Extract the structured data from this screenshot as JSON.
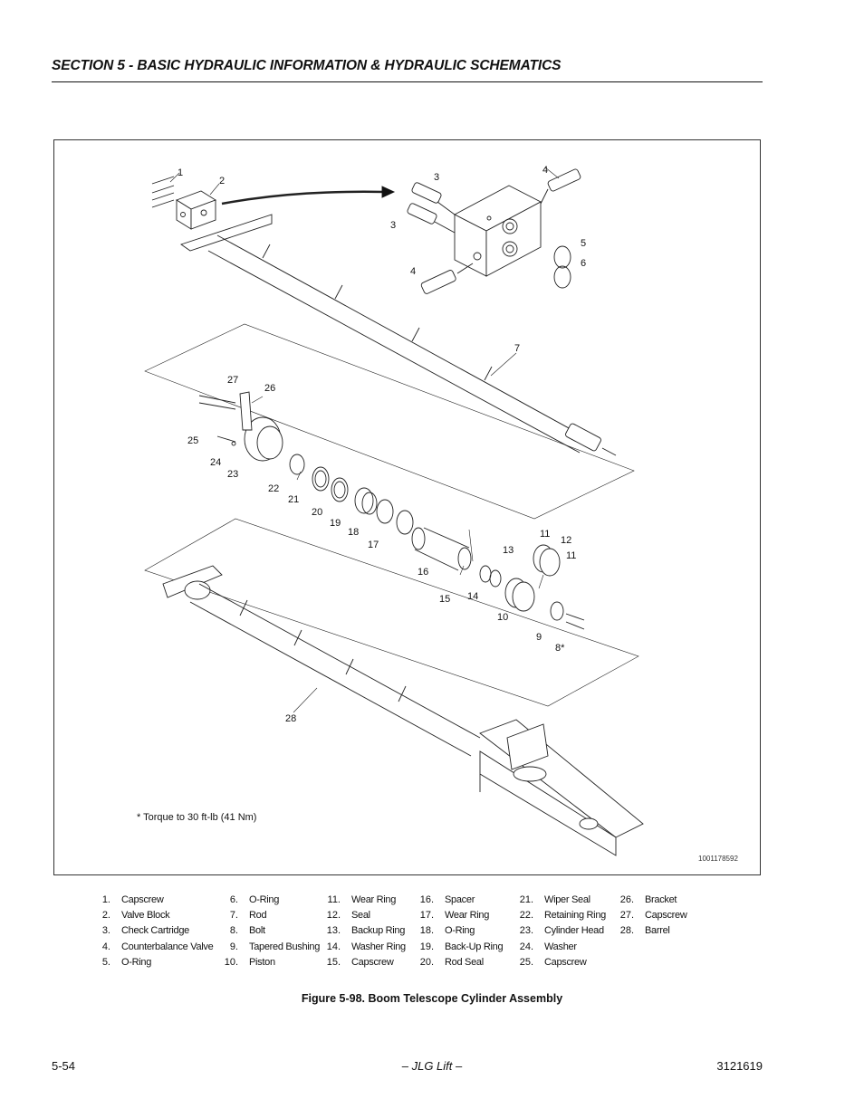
{
  "header": {
    "section_title": "SECTION 5 - BASIC HYDRAULIC INFORMATION & HYDRAULIC SCHEMATICS"
  },
  "figure": {
    "torque_note": "* Torque to 30 ft-lb (41 Nm)",
    "drawing_number": "1001178592",
    "callouts": [
      "1",
      "2",
      "3",
      "3",
      "4",
      "4",
      "5",
      "6",
      "7",
      "27",
      "26",
      "25",
      "24",
      "23",
      "22",
      "21",
      "20",
      "19",
      "18",
      "17",
      "16",
      "15",
      "14",
      "13",
      "12",
      "11",
      "11",
      "10",
      "9",
      "8*",
      "28"
    ]
  },
  "legend": {
    "columns": [
      [
        {
          "num": "1.",
          "label": "Capscrew"
        },
        {
          "num": "2.",
          "label": "Valve Block"
        },
        {
          "num": "3.",
          "label": "Check Cartridge"
        },
        {
          "num": "4.",
          "label": "Counterbalance Valve"
        },
        {
          "num": "5.",
          "label": "O-Ring"
        }
      ],
      [
        {
          "num": "6.",
          "label": "O-Ring"
        },
        {
          "num": "7.",
          "label": "Rod"
        },
        {
          "num": "8.",
          "label": "Bolt"
        },
        {
          "num": "9.",
          "label": "Tapered Bushing"
        },
        {
          "num": "10.",
          "label": "Piston"
        }
      ],
      [
        {
          "num": "11.",
          "label": "Wear Ring"
        },
        {
          "num": "12.",
          "label": "Seal"
        },
        {
          "num": "13.",
          "label": "Backup Ring"
        },
        {
          "num": "14.",
          "label": "Washer Ring"
        },
        {
          "num": "15.",
          "label": "Capscrew"
        }
      ],
      [
        {
          "num": "16.",
          "label": "Spacer"
        },
        {
          "num": "17.",
          "label": "Wear Ring"
        },
        {
          "num": "18.",
          "label": "O-Ring"
        },
        {
          "num": "19.",
          "label": "Back-Up Ring"
        },
        {
          "num": "20.",
          "label": "Rod Seal"
        }
      ],
      [
        {
          "num": "21.",
          "label": "Wiper Seal"
        },
        {
          "num": "22.",
          "label": "Retaining Ring"
        },
        {
          "num": "23.",
          "label": "Cylinder Head"
        },
        {
          "num": "24.",
          "label": "Washer"
        },
        {
          "num": "25.",
          "label": "Capscrew"
        }
      ],
      [
        {
          "num": "26.",
          "label": "Bracket"
        },
        {
          "num": "27.",
          "label": "Capscrew"
        },
        {
          "num": "28.",
          "label": "Barrel"
        }
      ]
    ]
  },
  "caption": "Figure 5-98.  Boom Telescope Cylinder Assembly",
  "footer": {
    "page": "5-54",
    "center": "– JLG Lift –",
    "doc_number": "3121619"
  }
}
